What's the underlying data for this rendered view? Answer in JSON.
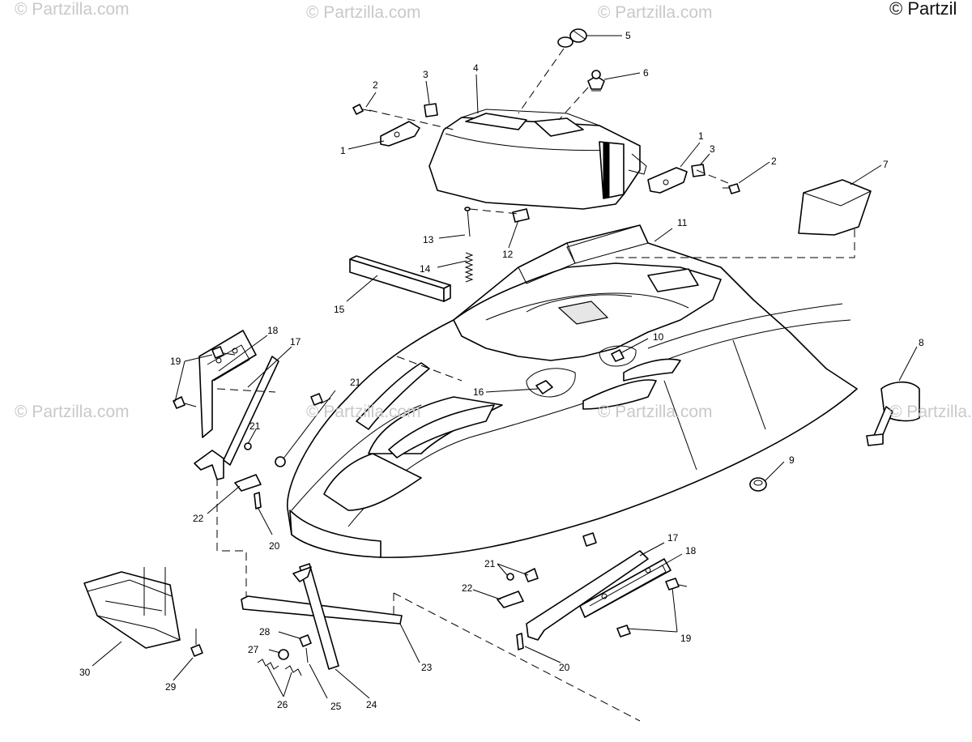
{
  "watermark": "© Partzilla.com",
  "copyright_corner": "© Partzil",
  "callouts": {
    "c1a": "1",
    "c1b": "1",
    "c2a": "2",
    "c2b": "2",
    "c3a": "3",
    "c3b": "3",
    "c4": "4",
    "c5": "5",
    "c6": "6",
    "c7": "7",
    "c8": "8",
    "c9": "9",
    "c10": "10",
    "c11": "11",
    "c12": "12",
    "c13": "13",
    "c14": "14",
    "c15": "15",
    "c16": "16",
    "c17a": "17",
    "c17b": "17",
    "c18a": "18",
    "c18b": "18",
    "c19a": "19",
    "c19b": "19",
    "c20a": "20",
    "c20b": "20",
    "c21a": "21",
    "c21b": "21",
    "c21c": "21",
    "c22a": "22",
    "c22b": "22",
    "c23": "23",
    "c24": "24",
    "c25": "25",
    "c26": "26",
    "c27": "27",
    "c28": "28",
    "c29": "29",
    "c30": "30"
  }
}
